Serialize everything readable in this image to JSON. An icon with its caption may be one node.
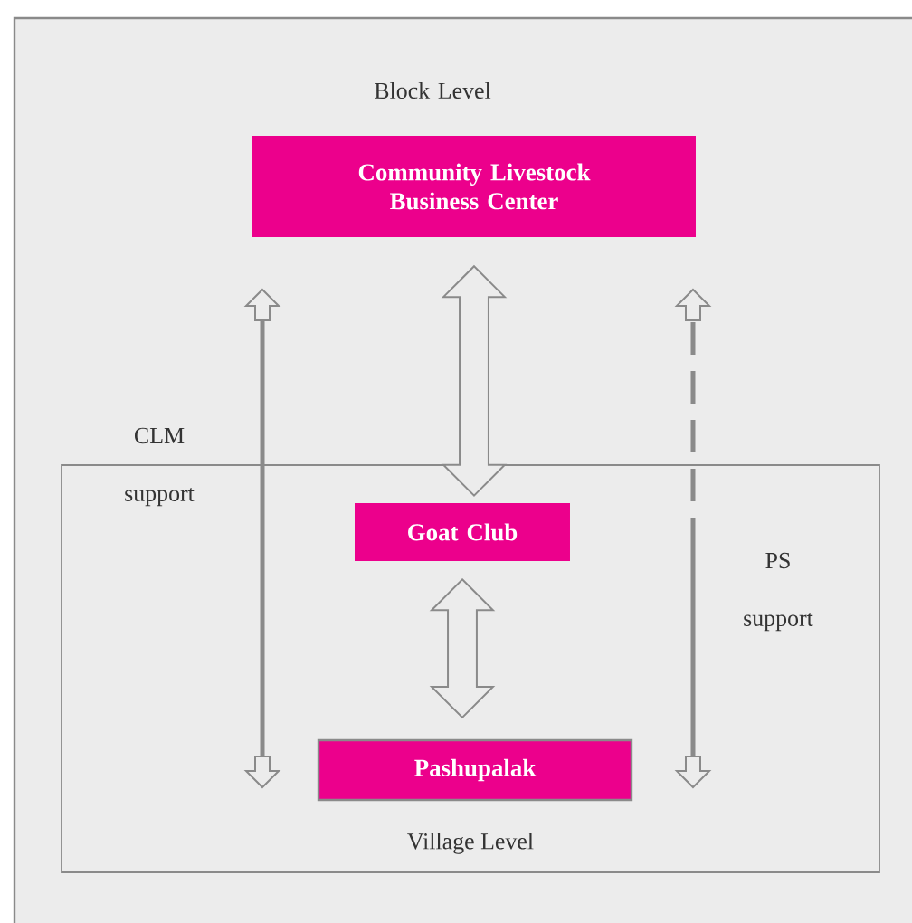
{
  "diagram": {
    "nodes": [
      {
        "text": [
          "Community Livestock Business Center"
        ]
      },
      {
        "text": [
          "Village Level"
        ]
      },
      {
        "text": [
          "Goat Club"
        ],
        "in": 1
      },
      {
        "text": [
          "Pashupalak"
        ],
        "in": 1
      }
    ],
    "edges": [
      {
        "from": 0,
        "to": 2,
        "arrow": "both"
      },
      {
        "from": 2,
        "to": 3,
        "arrow": "both"
      }
    ],
    "labels": [
      "Block Level",
      "CLM support",
      "PS support"
    ]
  }
}
